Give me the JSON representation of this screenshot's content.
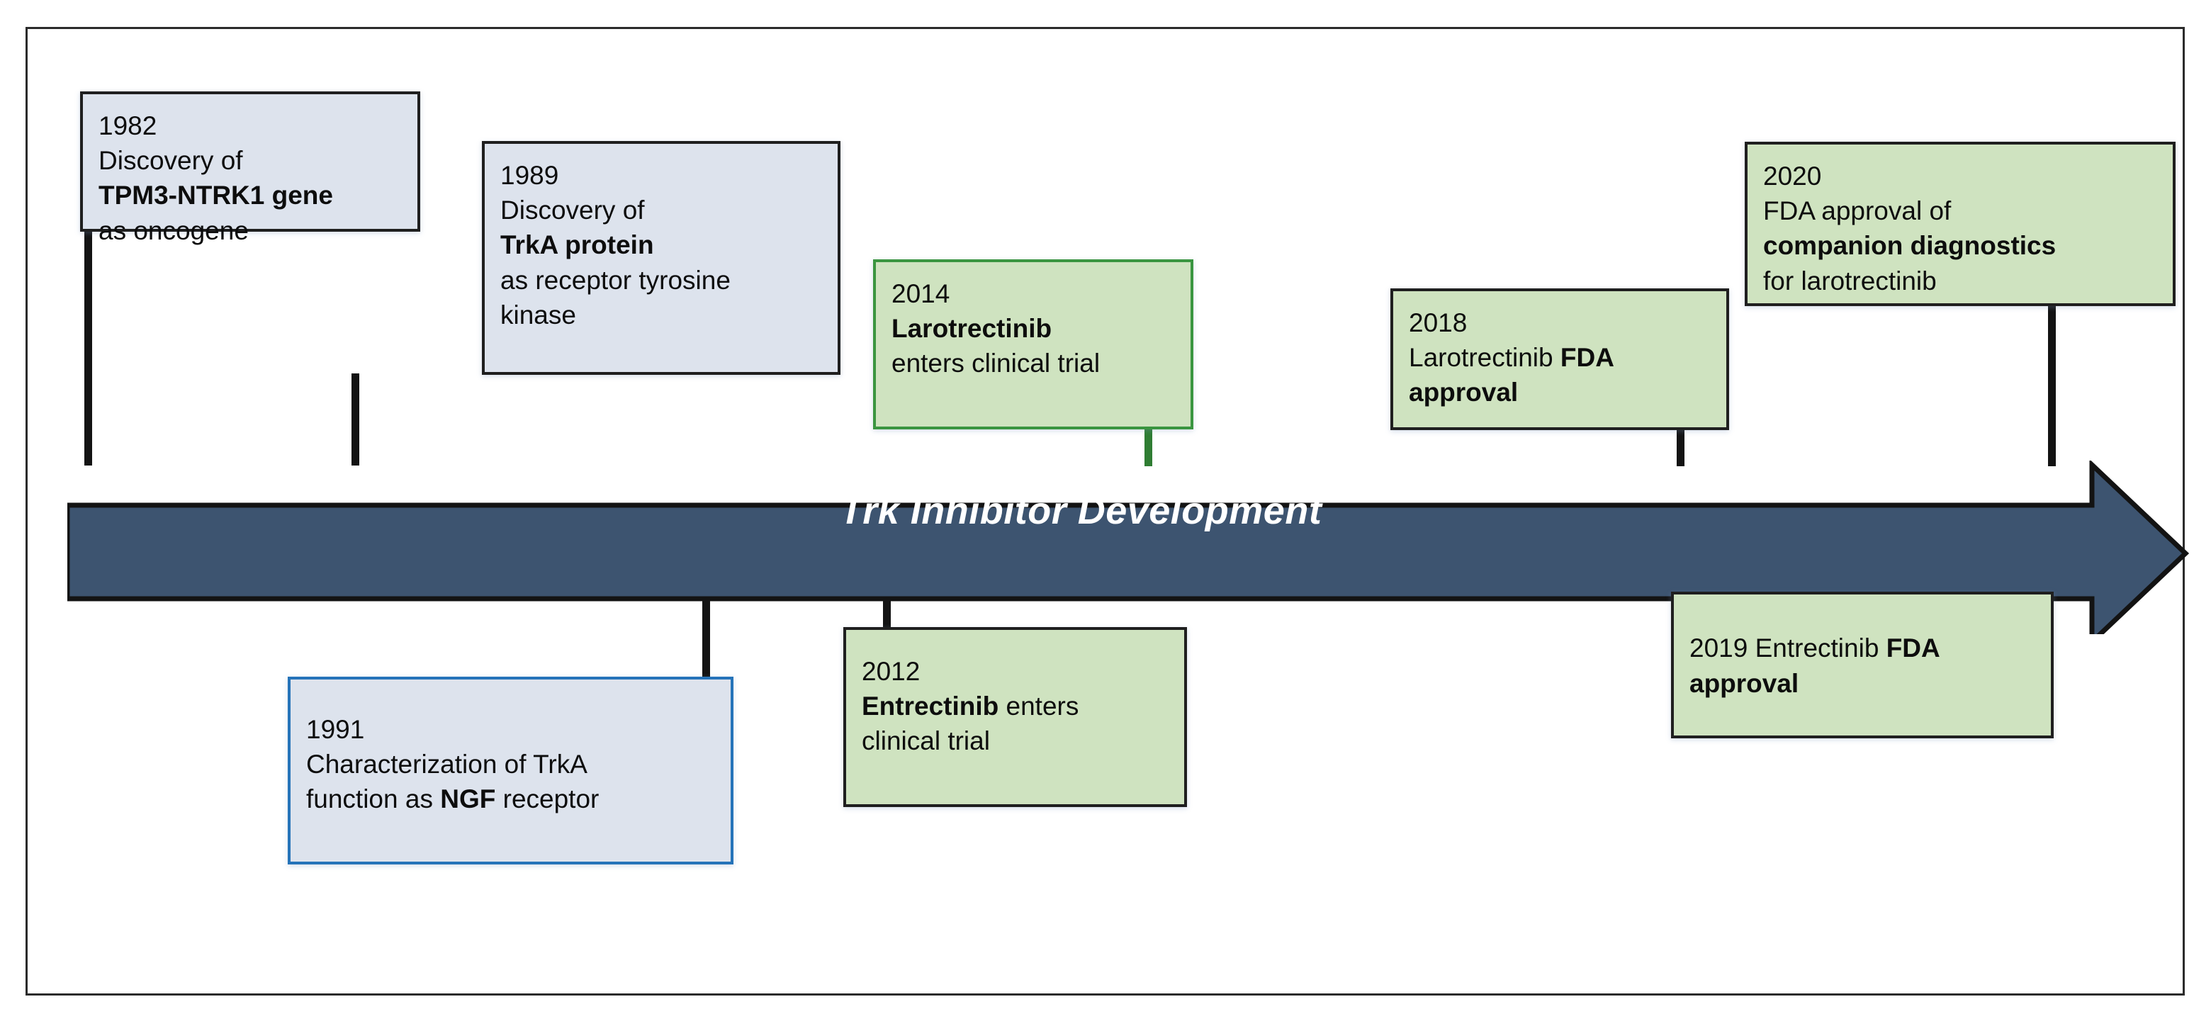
{
  "figure": {
    "title": "Trk Inhibitor Development",
    "frame_border_color": "#2b2b2b",
    "arrow_fill": "#3d5470",
    "arrow_stroke": "#131313",
    "discovery_box_fill": "#dde3ed",
    "drug_box_fill": "#cfe3c0",
    "green_accent": "#3a9540",
    "blue_accent": "#2573b9"
  },
  "events": [
    {
      "id": "1982",
      "year": "1982",
      "position": "above",
      "border": "black",
      "fill": "discovery",
      "lines": [
        {
          "text": "1982",
          "bold": false
        },
        {
          "text": "Discovery of",
          "bold": false
        },
        {
          "text": "TPM3-NTRK1 gene",
          "bold": true
        },
        {
          "text": "as oncogene",
          "bold": false
        }
      ]
    },
    {
      "id": "1989",
      "year": "1989",
      "position": "above",
      "border": "black",
      "fill": "discovery",
      "lines": [
        {
          "text": "1989",
          "bold": false
        },
        {
          "text": "Discovery of",
          "bold": false
        },
        {
          "text": "TrkA protein",
          "bold": true
        },
        {
          "text": "as receptor tyrosine",
          "bold": false
        },
        {
          "text": "kinase",
          "bold": false
        }
      ]
    },
    {
      "id": "2014",
      "year": "2014",
      "position": "above",
      "border": "green",
      "fill": "drug",
      "lines": [
        {
          "text": "2014",
          "bold": false
        },
        {
          "text": "Larotrectinib",
          "bold": true
        },
        {
          "text": "enters clinical trial",
          "bold": false
        }
      ]
    },
    {
      "id": "2018",
      "year": "2018",
      "position": "above",
      "border": "black",
      "fill": "drug",
      "line1": "2018",
      "line2_plain": "Larotrectinib ",
      "line2_bold": "FDA",
      "line3_bold": "approval"
    },
    {
      "id": "2020",
      "year": "2020",
      "position": "above",
      "border": "black",
      "fill": "drug",
      "lines": [
        {
          "text": "2020",
          "bold": false
        },
        {
          "text": "FDA approval  of",
          "bold": false
        },
        {
          "text": "companion diagnostics",
          "bold": true
        },
        {
          "text": "for larotrectinib",
          "bold": false
        }
      ]
    },
    {
      "id": "1991",
      "year": "1991",
      "position": "below",
      "border": "blue",
      "fill": "discovery",
      "line1": "1991",
      "line2": "Characterization of TrkA",
      "line3_plain_a": "function as ",
      "line3_bold": "NGF",
      "line3_plain_b": " receptor"
    },
    {
      "id": "2012",
      "year": "2012",
      "position": "below",
      "border": "black",
      "fill": "drug",
      "line1": "2012",
      "line2_bold": "Entrectinib",
      "line2_plain": " enters",
      "line3": "clinical trial"
    },
    {
      "id": "2019",
      "year": "2019",
      "position": "below",
      "border": "black",
      "fill": "drug",
      "line1_plain": "2019 Entrectinib ",
      "line1_bold": "FDA",
      "line2_bold": "approval"
    }
  ]
}
